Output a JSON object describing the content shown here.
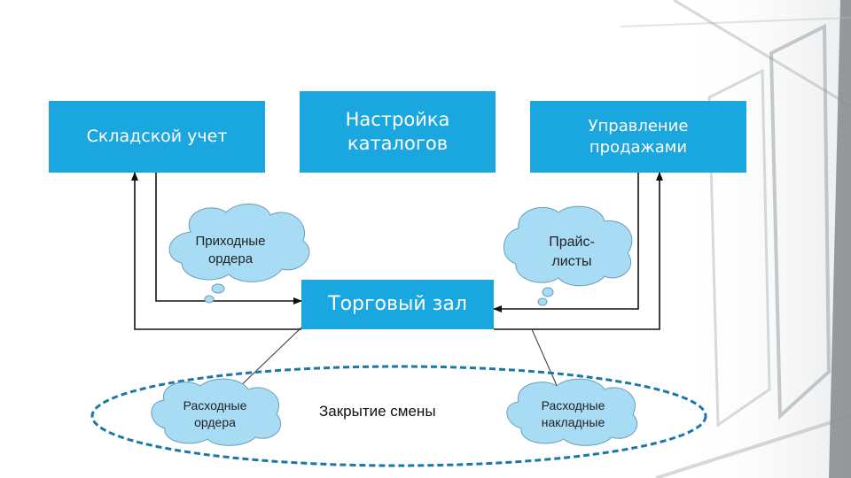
{
  "boxes": {
    "warehouse": "Складской учет",
    "catalogs": "Настройка\nкаталогов",
    "sales": "Управление\nпродажами",
    "hall": "Торговый зал"
  },
  "clouds": {
    "incoming_orders": "Приходные\nордера",
    "price_lists": "Прайс-\nлисты",
    "outgoing_orders": "Расходные\nордера",
    "invoices": "Расходные\nнакладные"
  },
  "shift_close": "Закрытие смены",
  "colors": {
    "box_fill": "#1AA6DF",
    "cloud_fill": "#A8DCF5",
    "ellipse_stroke": "#1A78A8"
  }
}
